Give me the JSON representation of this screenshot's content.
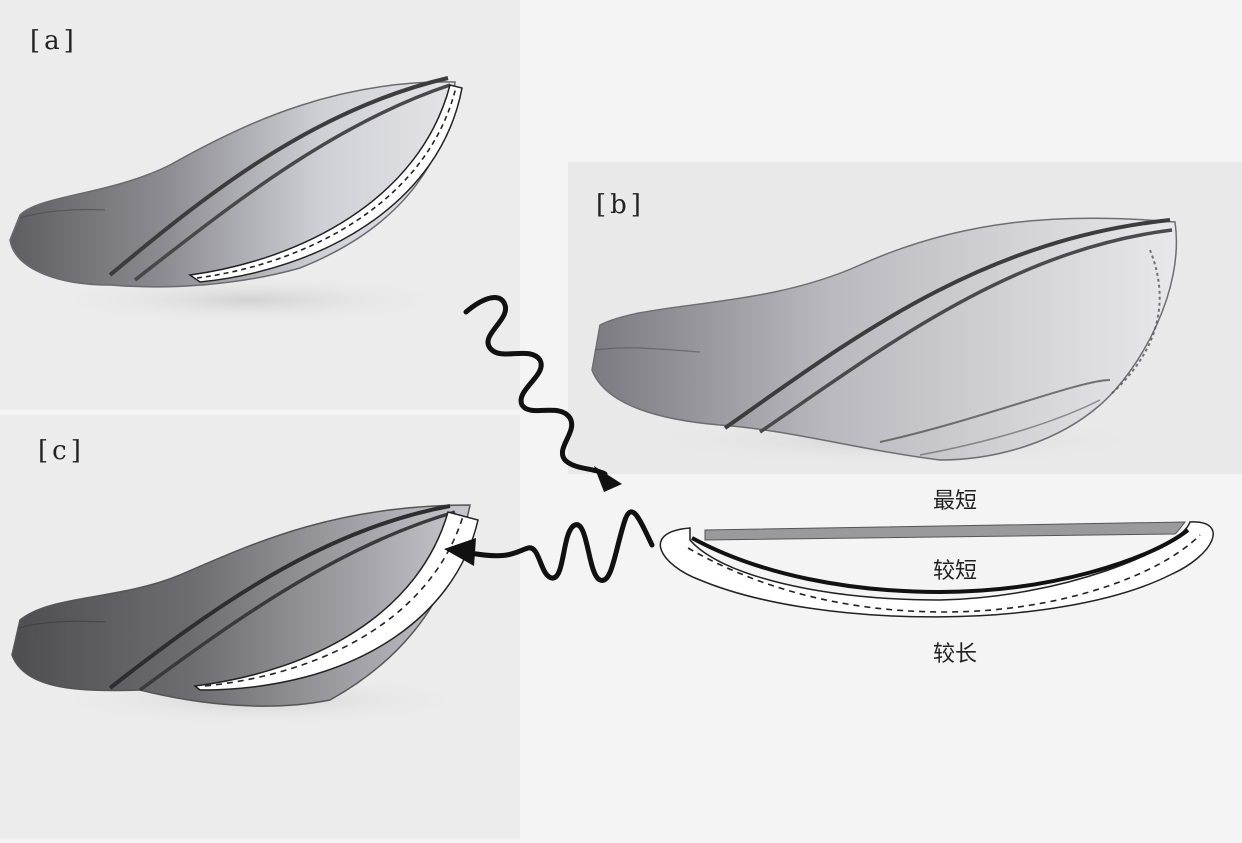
{
  "panels": {
    "a": {
      "label": "[a]"
    },
    "b": {
      "label": "[b]"
    },
    "c": {
      "label": "[c]"
    }
  },
  "layer_labels": {
    "shortest": "最短",
    "shorter": "较短",
    "longer": "较长"
  },
  "colors": {
    "background": "#f4f4f4",
    "leaf_dark": "#5a5a5a",
    "leaf_light": "#d8d8dc",
    "vein": "#3a3a3a",
    "strip_fill": "#ffffff",
    "arrow": "#111111"
  }
}
